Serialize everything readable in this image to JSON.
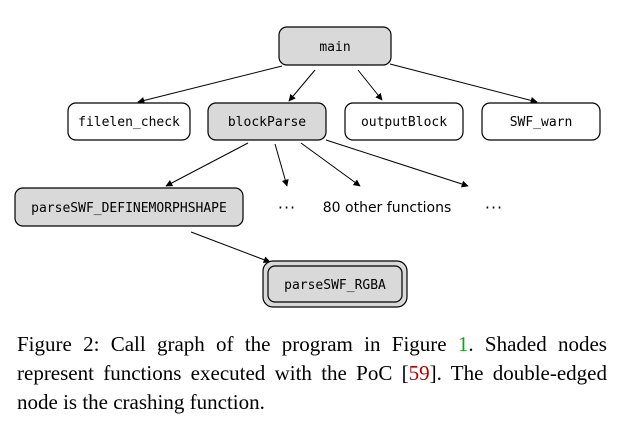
{
  "nodes": {
    "main": "main",
    "filelen_check": "filelen_check",
    "blockParse": "blockParse",
    "outputBlock": "outputBlock",
    "swf_warn": "SWF_warn",
    "parse_morphshape": "parseSWF_DEFINEMORPHSHAPE",
    "parse_rgba": "parseSWF_RGBA"
  },
  "other_functions_label": "80 other functions",
  "ellipsis": "···",
  "colors": {
    "shaded_fill": "#d9d9d9",
    "plain_fill": "#ffffff",
    "ref_green": "#1aa31a",
    "ref_red": "#b50000"
  },
  "caption": {
    "part1": "Figure 2: Call graph of the program in Figure ",
    "figure_ref": "1",
    "part2": ". Shaded nodes represent functions executed with the PoC [",
    "citation_ref": "59",
    "part3": "]. The double-edged node is the crashing function."
  }
}
